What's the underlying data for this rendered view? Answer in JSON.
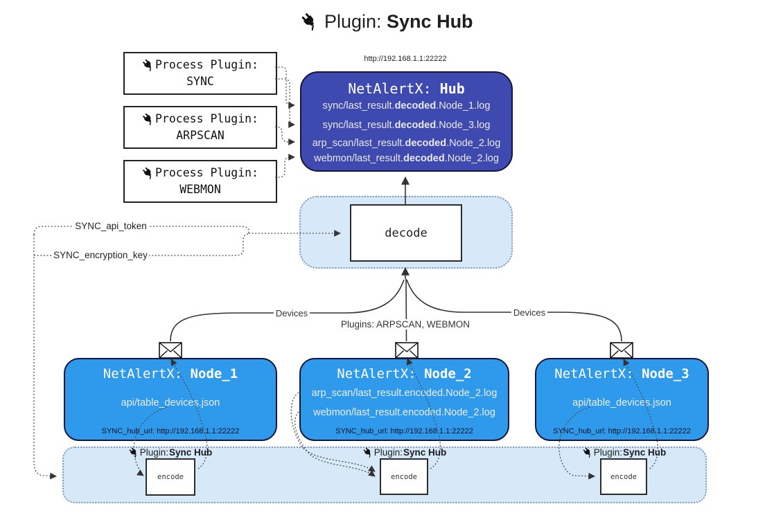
{
  "title": {
    "prefix": "Plugin:",
    "name": "Sync Hub"
  },
  "process_plugins": [
    {
      "label": "Process Plugin:",
      "name": "SYNC"
    },
    {
      "label": "Process Plugin:",
      "name": "ARPSCAN"
    },
    {
      "label": "Process Plugin:",
      "name": "WEBMON"
    }
  ],
  "hub": {
    "url": "http://192.168.1.1:22222",
    "title_prefix": "NetAlertX: ",
    "title_name": "Hub",
    "log_lines": [
      {
        "pre": "sync/last_result.",
        "bold": "decoded",
        "post": ".Node_1.log"
      },
      {
        "pre": "sync/last_result.",
        "bold": "decoded",
        "post": ".Node_3.log"
      },
      {
        "pre": "arp_scan/last_result.",
        "bold": "decoded",
        "post": ".Node_2.log"
      },
      {
        "pre": "webmon/last_result.",
        "bold": "decoded",
        "post": ".Node_2.log"
      }
    ]
  },
  "decode_box": {
    "label": "decode"
  },
  "settings": {
    "api_token": "SYNC_api_token",
    "encryption_key": "SYNC_encryption_key"
  },
  "edge_labels": {
    "devices_left": "Devices",
    "plugins_mid": "Plugins: ARPSCAN, WEBMON",
    "devices_right": "Devices"
  },
  "nodes": [
    {
      "title_prefix": "NetAlertX: ",
      "title_name": "Node_1",
      "lines": [
        "api/table_devices.json"
      ],
      "hub_url": "SYNC_hub_url: http://192.168.1.1:22222"
    },
    {
      "title_prefix": "NetAlertX: ",
      "title_name": "Node_2",
      "lines": [
        "arp_scan/last_result.encoded.Node_2.log",
        "webmon/last_result.encoded.Node_2.log"
      ],
      "hub_url": "SYNC_hub_url: http://192.168.1.1:22222"
    },
    {
      "title_prefix": "NetAlertX: ",
      "title_name": "Node_3",
      "lines": [
        "api/table_devices.json"
      ],
      "hub_url": "SYNC_hub_url: http://192.168.1.1:22222"
    }
  ],
  "encode_sections": [
    {
      "label_prefix": "Plugin: ",
      "label_name": "Sync Hub",
      "box_label": "encode"
    },
    {
      "label_prefix": "Plugin: ",
      "label_name": "Sync Hub",
      "box_label": "encode"
    },
    {
      "label_prefix": "Plugin: ",
      "label_name": "Sync Hub",
      "box_label": "encode"
    }
  ],
  "colors": {
    "hub_bg": "#3F4AB1",
    "node_bg": "#2F9AEC",
    "panel_bg": "#D7E8F8",
    "panel_border": "#7D9CBD",
    "line": "#333333",
    "box_border": "#15153A"
  }
}
